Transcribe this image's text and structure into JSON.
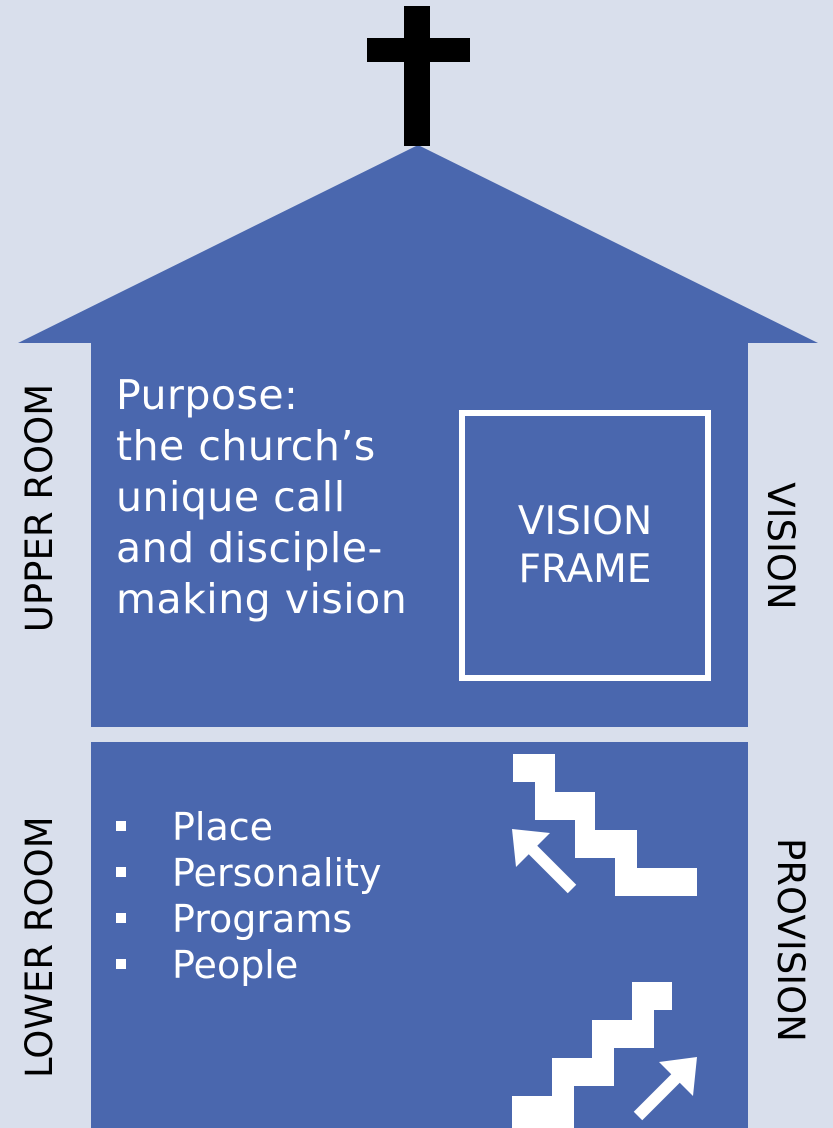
{
  "diagram": {
    "side_labels": {
      "upper_left": "UPPER ROOM",
      "lower_left": "LOWER ROOM",
      "upper_right": "VISION",
      "lower_right": "PROVISION"
    },
    "upper_room": {
      "purpose_lines": [
        "Purpose:",
        "the church’s",
        "unique call",
        "and disciple-",
        "making vision"
      ],
      "frame_lines": [
        "VISION",
        "FRAME"
      ]
    },
    "lower_room": {
      "items": [
        "Place",
        "Personality",
        "Programs",
        "People"
      ]
    },
    "colors": {
      "background": "#d9dfec",
      "building": "#4a67ae",
      "cross": "#000000",
      "foreground": "#ffffff"
    },
    "icons": [
      "cross-icon",
      "stairs-down-icon",
      "arrow-up-left-icon",
      "stairs-up-icon",
      "arrow-up-right-icon"
    ]
  }
}
